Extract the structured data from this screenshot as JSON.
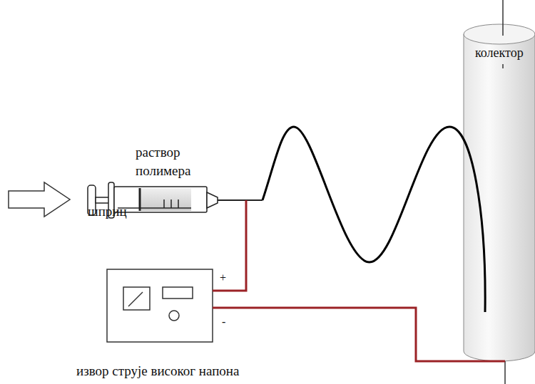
{
  "diagram": {
    "labels": [
      "колектор",
      "раствор полимера",
      "шприц",
      "+",
      "-",
      "извор струје високог напона"
    ]
  }
}
